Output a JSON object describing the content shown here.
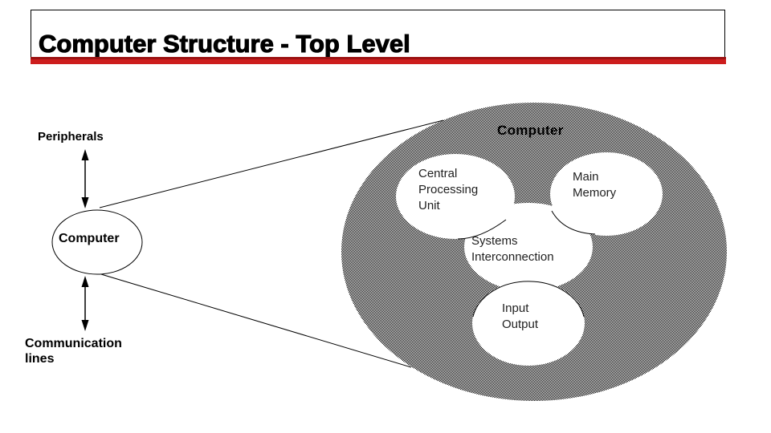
{
  "title": {
    "text": "Computer Structure - Top Level"
  },
  "diagram": {
    "outer": {
      "peripherals_label": "Peripherals",
      "computer_label": "Computer",
      "communication_label": "Communication\nlines"
    },
    "zoomed_view": {
      "computer_label": "Computer",
      "cpu_label": "Central\nProcessing\nUnit",
      "main_memory_label": "Main\nMemory",
      "interconnection_label": "Systems\nInterconnection",
      "io_label": "Input\nOutput"
    },
    "colors": {
      "underline_dark_red": "#9c1212",
      "underline_red": "#cd1d1d",
      "text": "#000000",
      "dither_average_gray": "#8f8f8f"
    }
  }
}
